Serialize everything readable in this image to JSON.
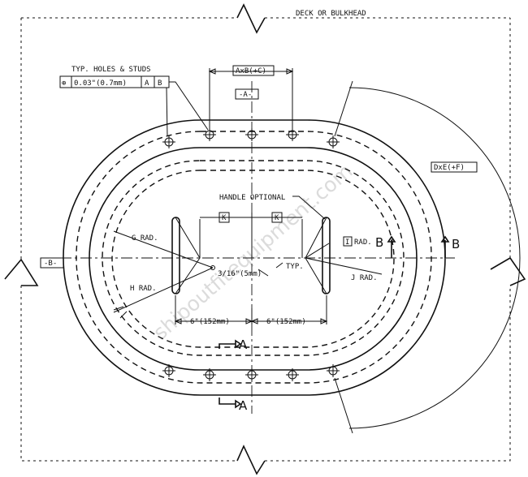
{
  "labels": {
    "deck": "DECK OR BULKHEAD",
    "typ_holes": "TYP. HOLES & STUDS",
    "fcf_symbol": "⊕",
    "fcf_tol": "0.03\"(0.7mm)",
    "fcf_datum1": "A",
    "fcf_datum2": "B",
    "dim_axbc": "AxB(+C)",
    "datum_a": "-A-",
    "datum_b": "-B-",
    "dim_dxef": "DxE(+F)",
    "handle": "HANDLE OPTIONAL",
    "k1": "K",
    "k2": "K",
    "g_rad": "G RAD.",
    "h_rad": "H RAD.",
    "i_box": "I",
    "i_rad": "RAD.",
    "j_rad": "J RAD.",
    "dim_316": "3/16\"(5mm)",
    "typ": "TYP.",
    "dim_6_left": "6\"(152mm)",
    "dim_6_right": "6\"(152mm)",
    "sec_a_top": "A",
    "sec_a_bot": "A",
    "sec_b_left": "B",
    "sec_b_right": "B",
    "watermark": "shipoutfitequipment.com"
  }
}
